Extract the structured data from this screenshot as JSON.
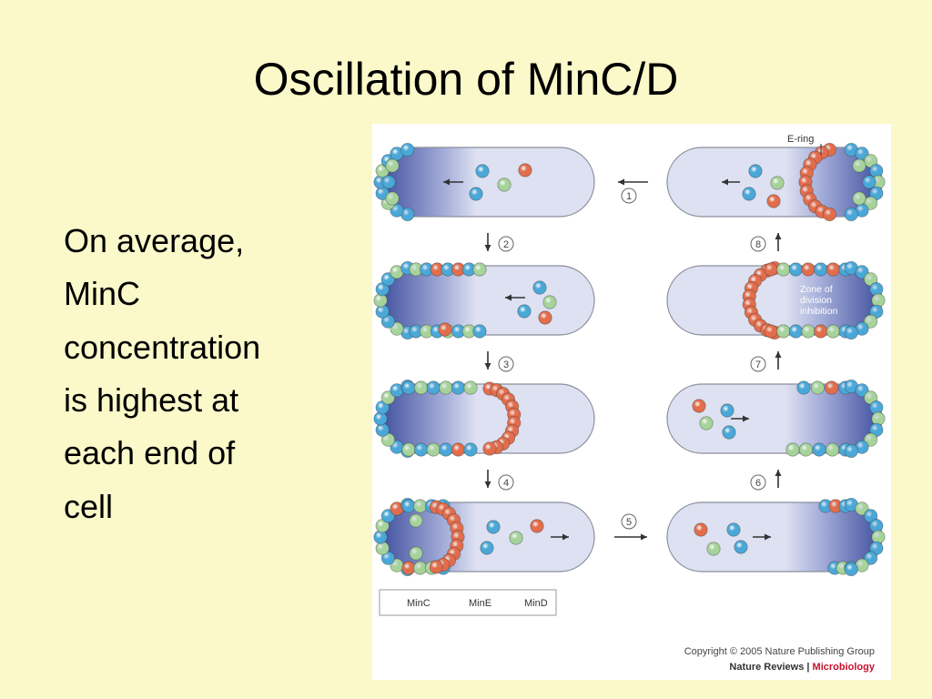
{
  "slide": {
    "title": "Oscillation of MinC/D",
    "body_lines": [
      "On average,",
      "MinC",
      "concentration",
      "is highest at",
      "each end of",
      "cell"
    ]
  },
  "figure": {
    "e_ring_label": "E-ring",
    "zone_label": [
      "Zone of",
      "division",
      "inhibition"
    ],
    "step_labels": [
      "1",
      "2",
      "3",
      "4",
      "5",
      "6",
      "7",
      "8"
    ],
    "legend": [
      {
        "label": "MinC",
        "color": "#a6d39a"
      },
      {
        "label": "MinE",
        "color": "#e26d4c"
      },
      {
        "label": "MinD",
        "color": "#4aa8d8"
      }
    ],
    "copyright": "Copyright © 2005 Nature Publishing Group",
    "journal_name": "Nature Reviews",
    "journal_separator": " | ",
    "journal_section": "Microbiology",
    "colors": {
      "minc": "#a6d39a",
      "mine": "#e26d4c",
      "mind": "#4aa8d8",
      "cell_fill": "#dde1f1",
      "cell_dark": "#3f4f9e",
      "background": "#fbf8c9",
      "journal_accent": "#c8102e"
    }
  }
}
